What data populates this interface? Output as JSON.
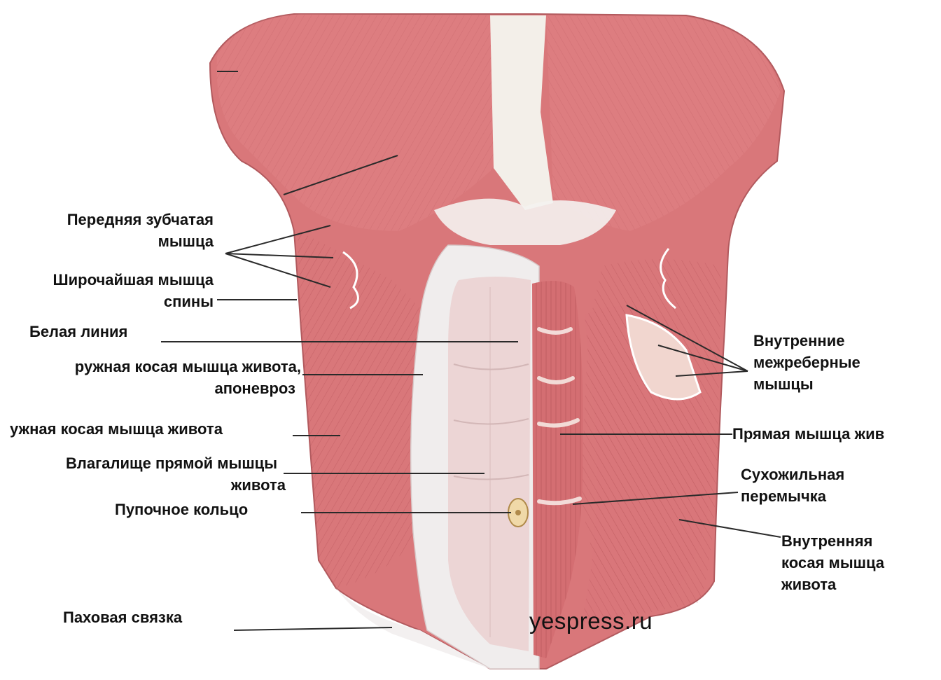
{
  "labels": {
    "serratus_anterior": [
      "Передняя зубчатая",
      "мышца"
    ],
    "latissimus_dorsi": [
      "Широчайшая мышца",
      "спины"
    ],
    "linea_alba": "Белая линия",
    "external_oblique_aponeurosis": [
      "ружная косая мышца живота,",
      "апоневроз"
    ],
    "external_oblique": "ужная косая мышца живота",
    "rectus_sheath": [
      "Влагалище прямой мышцы",
      "живота"
    ],
    "umbilical_ring": "Пупочное кольцо",
    "inguinal_ligament": "Паховая связка",
    "internal_intercostals": [
      "Внутренние",
      "межреберные",
      "мышцы"
    ],
    "rectus_abdominis": "Прямая мышца жив",
    "tendinous_intersection": [
      "Сухожильная",
      "перемычка"
    ],
    "internal_oblique": [
      "Внутренняя",
      "косая мышца",
      "живота"
    ]
  },
  "watermark": "yespress.ru",
  "colors": {
    "muscle": "#d9777a",
    "muscle_light": "#efa9a6",
    "fiber": "#b8545a",
    "tendon": "#f4f2f0",
    "sheath": "#ecd5d5",
    "leader_line": "#2a2a2a",
    "text": "#111111"
  }
}
